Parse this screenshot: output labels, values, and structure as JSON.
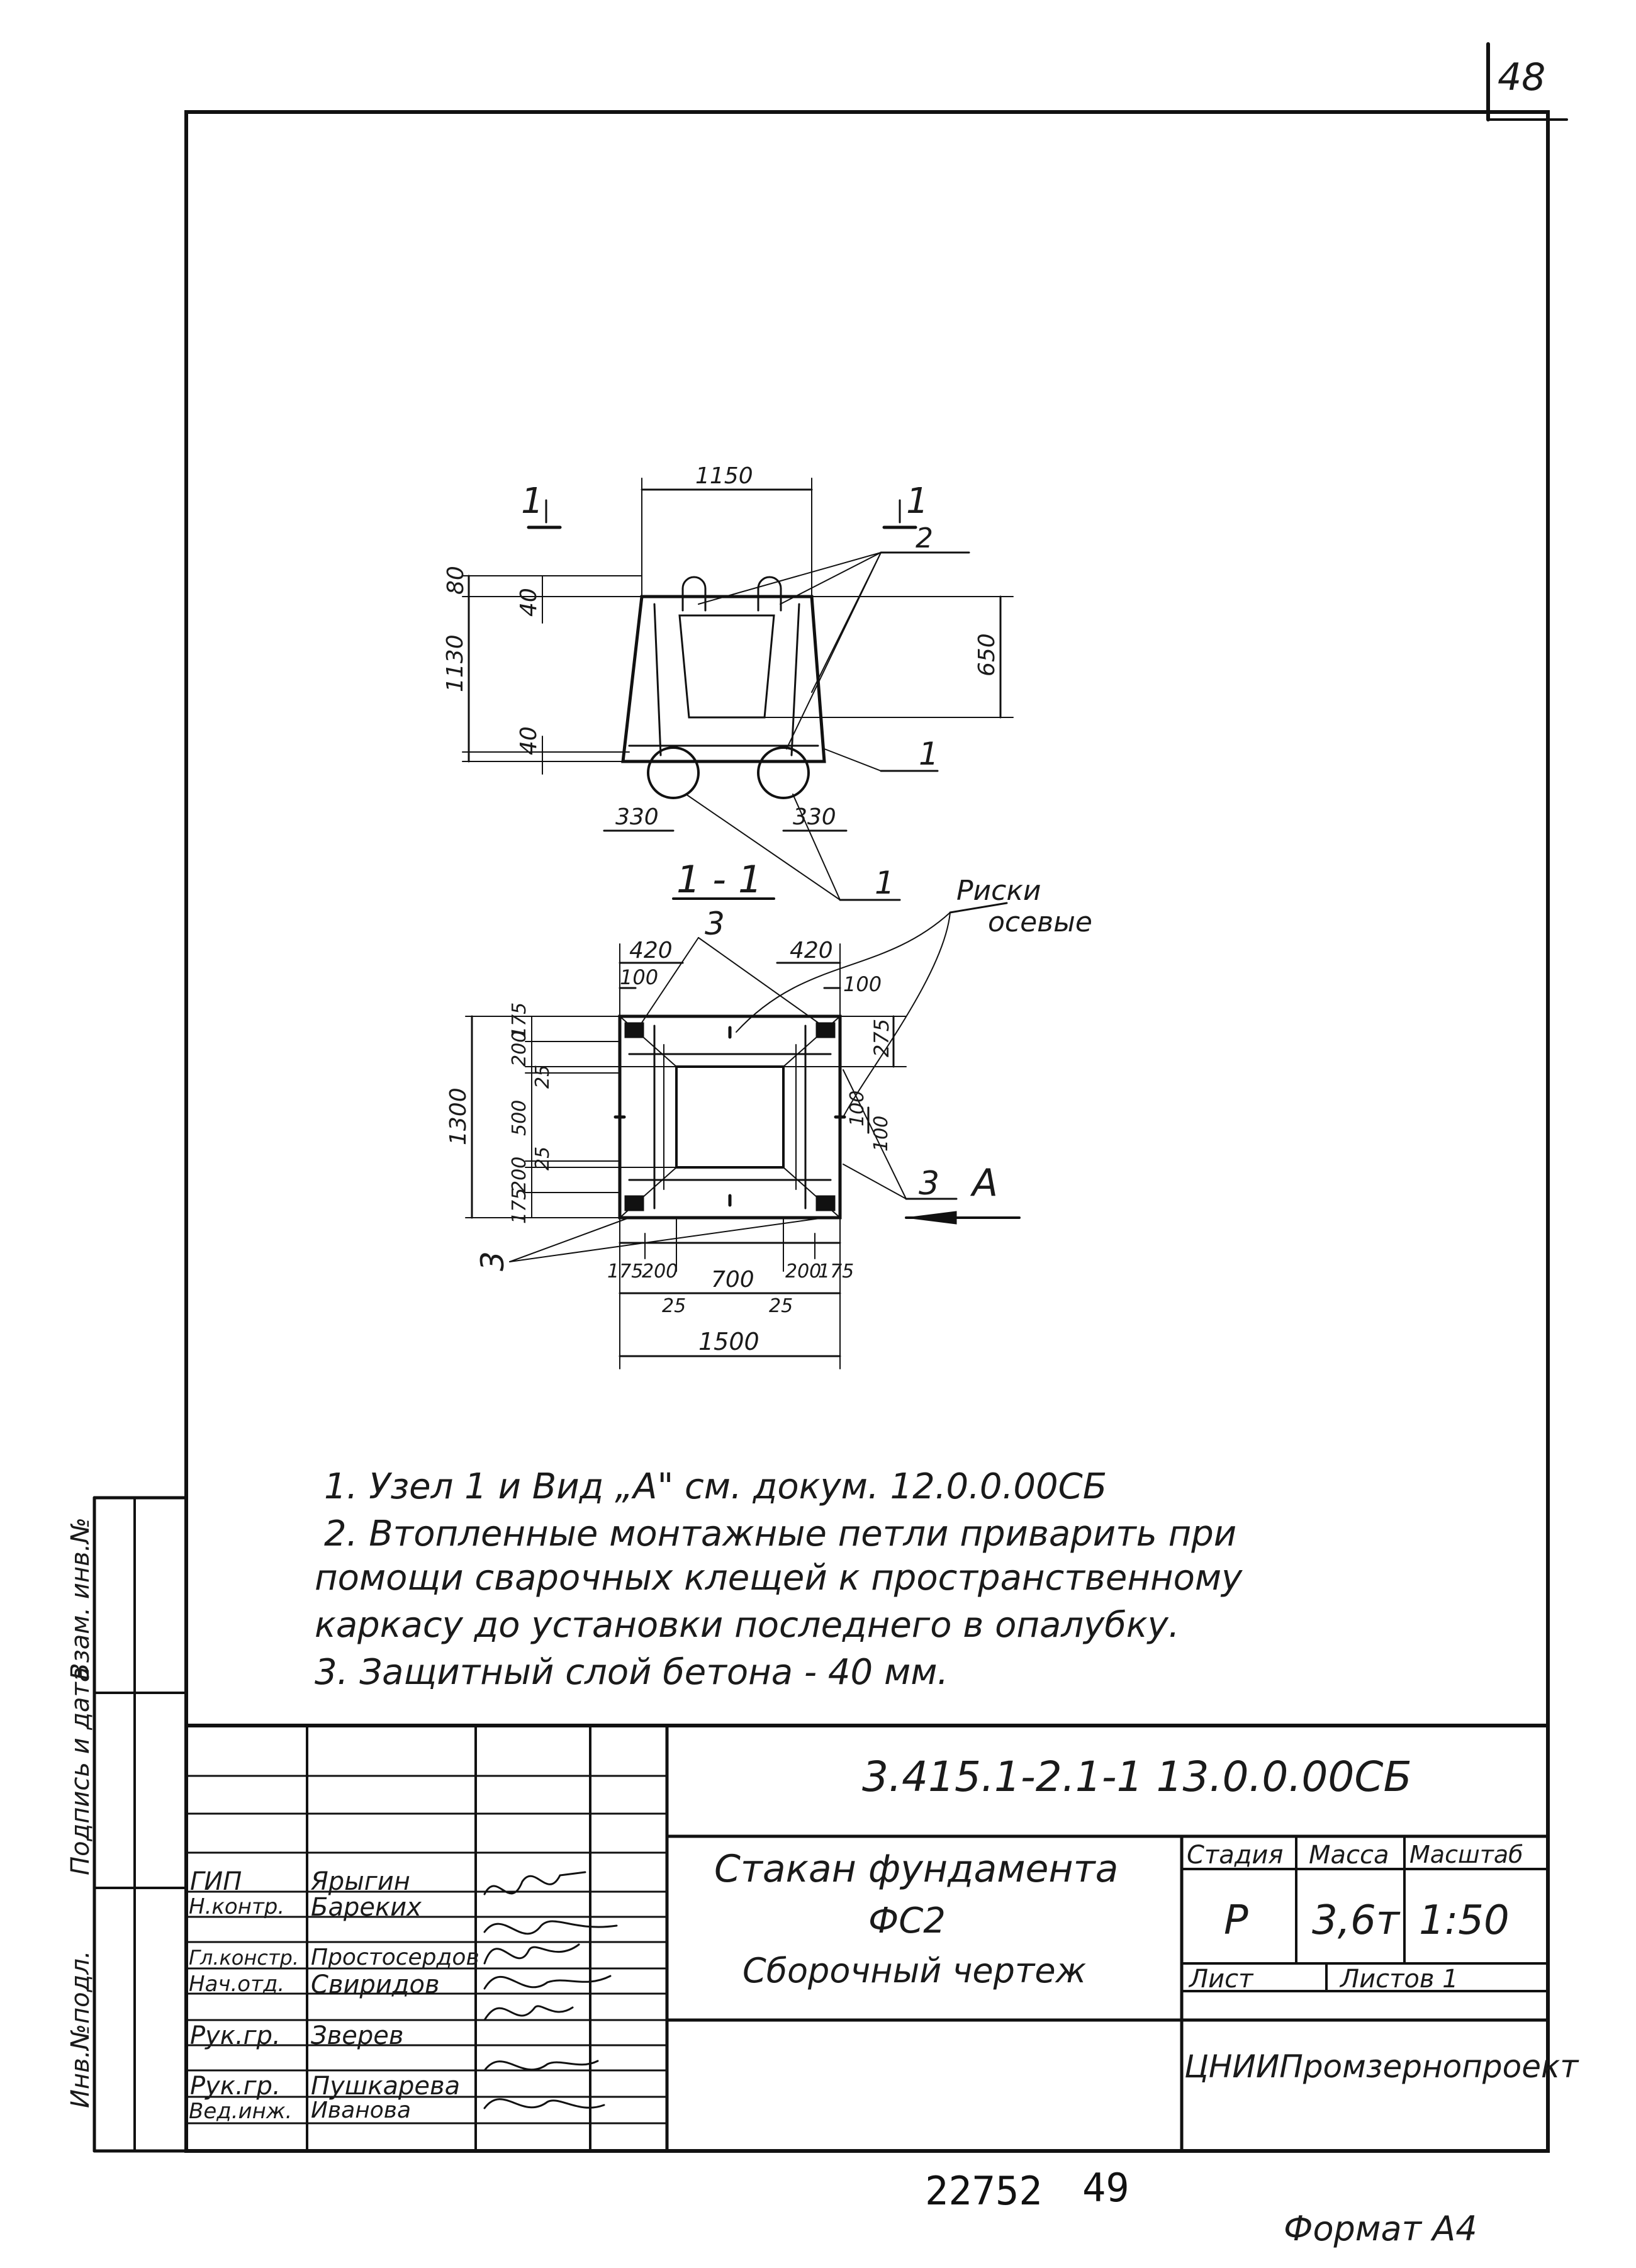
{
  "sheet": {
    "page_number": "48",
    "format": "Формат А4",
    "bottom_number": "22752",
    "bottom_number_2": "49"
  },
  "side_stamp": {
    "inv_orig": "Инв.№подл.",
    "sign_date": "Подпись и дата",
    "inv_replace": "Взам. инв.№"
  },
  "drawing": {
    "elevation": {
      "section_left": "1",
      "section_right": "1",
      "dim_top_width": "1150",
      "dim_80": "80",
      "dim_40_top": "40",
      "dim_1130": "1130",
      "dim_40_bottom": "40",
      "dim_650": "650",
      "dim_330_left": "330",
      "dim_330_right": "330",
      "callout_1_right": "1",
      "callout_2": "2",
      "callout_1_bottom": "1"
    },
    "plan": {
      "title": "1 - 1",
      "label_3_top": "3",
      "label_3_bottom": "3",
      "label_3_right": "3",
      "view_a": "А",
      "risks_label_1": "Риски",
      "risks_label_2": "осевые",
      "dim_420_left": "420",
      "dim_420_right": "420",
      "dim_100_left": "100",
      "dim_100_right": "100",
      "dim_275": "275",
      "dim_1300": "1300",
      "dim_left_stack": [
        "175",
        "200",
        "25",
        "500",
        "25",
        "200",
        "175"
      ],
      "dim_100_a": "100",
      "dim_100_b": "100",
      "dim_bottom_stack": [
        "175",
        "200",
        "700",
        "200",
        "175"
      ],
      "dim_25_a": "25",
      "dim_25_b": "25",
      "dim_1500": "1500"
    }
  },
  "notes": [
    "1. Узел 1 и Вид „А\" см. докум. 12.0.0.00СБ",
    "2. Втопленные монтажные петли приварить при",
    "помощи сварочных клещей к пространственному",
    "каркасу до установки последнего в опалубку.",
    "3. Защитный слой бетона - 40 мм."
  ],
  "title_block": {
    "doc_code": "3.415.1-2.1-1   13.0.0.00СБ",
    "name_line1": "Стакан фундамента",
    "name_line2": "ФС2",
    "name_line3": "Сборочный чертеж",
    "stage_label": "Стадия",
    "mass_label": "Масса",
    "scale_label": "Масштаб",
    "stage_value": "Р",
    "mass_value": "3,6т",
    "scale_value": "1:50",
    "sheet_label": "Лист",
    "sheets_label": "Листов 1",
    "organization": "ЦНИИПромзернопроект",
    "people": [
      {
        "role": "ГИП",
        "name": "Ярыгин"
      },
      {
        "role": "Н.контр.",
        "name": "Бареких"
      },
      {
        "role": "Гл.констр.",
        "name": "Простосердов"
      },
      {
        "role": "Нач.отд.",
        "name": "Свиридов"
      },
      {
        "role": "Рук.гр.",
        "name": "Зверев"
      },
      {
        "role": "Рук.гр.",
        "name": "Пушкарева"
      },
      {
        "role": "Вед.инж.",
        "name": "Иванова"
      }
    ]
  }
}
